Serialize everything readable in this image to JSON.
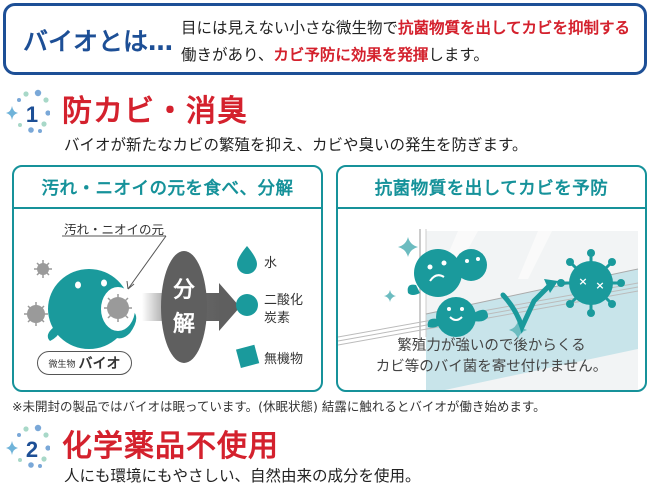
{
  "intro": {
    "title": "バイオとは…",
    "text_parts": [
      {
        "text": "目には見えない小さな微生物で",
        "style": "normal"
      },
      {
        "text": "抗菌物質を出してカビを抑制する",
        "style": "red"
      },
      {
        "text": "働きがあり、",
        "style": "normal"
      },
      {
        "text": "カビ予防に効果を発揮",
        "style": "red"
      },
      {
        "text": "します。",
        "style": "normal"
      }
    ]
  },
  "sections": [
    {
      "number": "1",
      "title": "防カビ・消臭",
      "subtitle": "バイオが新たなカビの繁殖を抑え、カビや臭いの発生を防ぎます。"
    },
    {
      "number": "2",
      "title": "化学薬品不使用",
      "subtitle": "人にも環境にもやさしい、自然由来の成分を使用。"
    }
  ],
  "panels": {
    "left": {
      "header": "汚れ・ニオイの元を食べ、分解",
      "pointer_label": "汚れ・ニオイの元",
      "arrow_label_1": "分",
      "arrow_label_2": "解",
      "product_small": "微生物",
      "product_big": "バイオ",
      "outputs": [
        {
          "icon": "water-drop-icon",
          "label": "水"
        },
        {
          "icon": "circle-icon",
          "label": "二酸化炭素",
          "line1": "二酸化",
          "line2": "炭素"
        },
        {
          "icon": "square-icon",
          "label": "無機物"
        }
      ]
    },
    "right": {
      "header": "抗菌物質を出してカビを予防",
      "caption_line1": "繁殖力が強いので後からくる",
      "caption_line2": "カビ等のバイ菌を寄せ付けません。"
    }
  },
  "note": "※未開封の製品ではバイオは眠っています。(休眠状態) 結露に触れるとバイオが働き始めます。",
  "colors": {
    "navy": "#1d4f96",
    "red": "#d4212d",
    "teal": "#16929a",
    "gray": "#5f5f5f"
  }
}
